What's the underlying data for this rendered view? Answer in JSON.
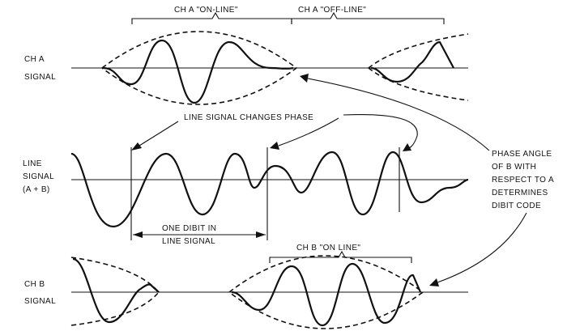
{
  "labels": {
    "ch_a_on_line": "CH A \"ON-LINE\"",
    "ch_a_off_line": "CH A \"OFF-LINE\"",
    "ch_a_signal": [
      "CH A",
      "SIGNAL"
    ],
    "line_signal": [
      "LINE",
      "SIGNAL",
      "(A + B)"
    ],
    "ch_b_signal": [
      "CH B",
      "SIGNAL"
    ],
    "line_signal_changes_phase": "LINE SIGNAL CHANGES PHASE",
    "one_dibit": [
      "ONE DIBIT IN",
      "LINE SIGNAL"
    ],
    "ch_b_on_line": "CH B \"ON LINE\"",
    "phase_angle": [
      "PHASE ANGLE",
      "OF B WITH",
      "RESPECT TO A",
      "DETERMINES",
      "DIBIT CODE"
    ]
  }
}
